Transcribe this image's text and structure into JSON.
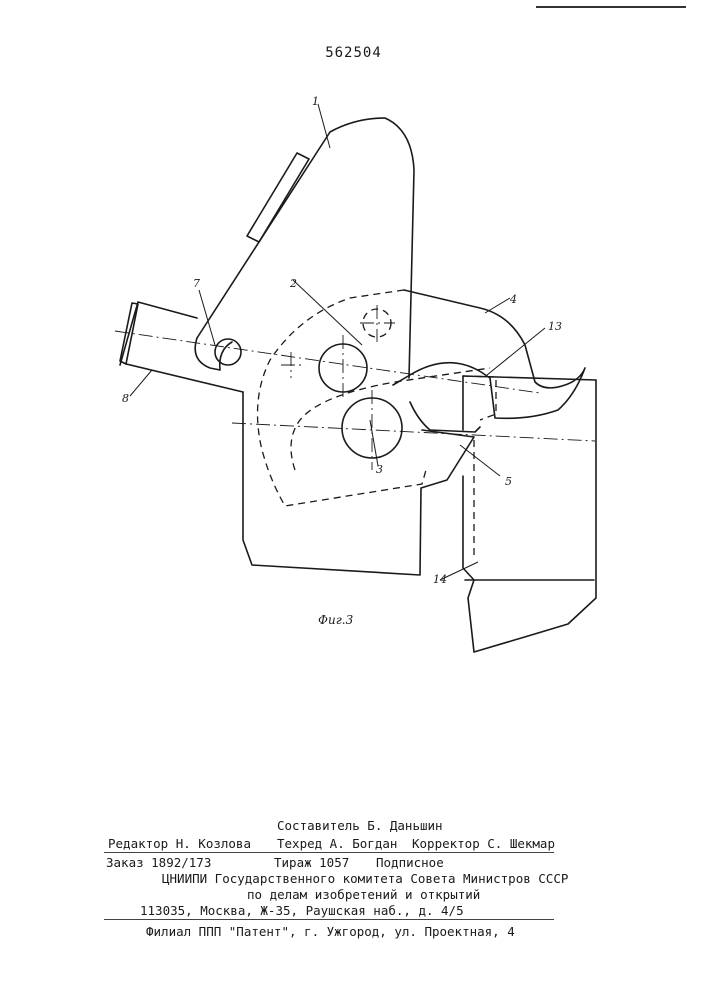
{
  "document": {
    "patent_number": "562504",
    "figure": {
      "caption": "Фиг.3",
      "part_labels": [
        "1",
        "2",
        "3",
        "4",
        "5",
        "7",
        "8",
        "13",
        "14"
      ]
    },
    "imprint": {
      "compiler": "Составитель Б. Даньшин",
      "editor": "Редактор Н. Козлова",
      "techred": "Техред А. Богдан",
      "corrector": "Корректор С. Шекмар",
      "order": "Заказ 1892/173",
      "circulation": "Тираж 1057",
      "subscription": "Подписное",
      "institute_line1": "ЦНИИПИ Государственного комитета Совета Министров СССР",
      "institute_line2": "по делам изобретений и открытий",
      "address": "113035, Москва, Ж-35, Раушская наб., д. 4/5",
      "branch": "Филиал ППП \"Патент\", г. Ужгород, ул. Проектная, 4"
    }
  }
}
